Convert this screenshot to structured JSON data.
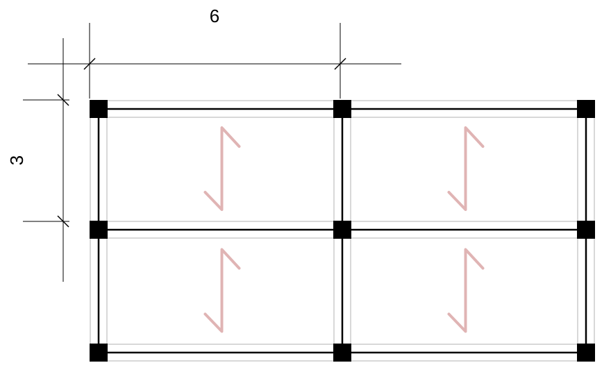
{
  "dimensions": {
    "horizontal": {
      "label": "6"
    },
    "vertical": {
      "label": "3"
    }
  },
  "colors": {
    "structure": "#000000",
    "beam_edge": "#cccccc",
    "span_symbol": "#e0b4b4"
  },
  "grid": {
    "columns": 3,
    "rows": 3,
    "panels_per_row": 2,
    "panel_rows": 2
  },
  "slab_panels": [
    {
      "row": 1,
      "col": 1,
      "symbol": "one-way-span-icon"
    },
    {
      "row": 1,
      "col": 2,
      "symbol": "one-way-span-icon"
    },
    {
      "row": 2,
      "col": 1,
      "symbol": "one-way-span-icon"
    },
    {
      "row": 2,
      "col": 2,
      "symbol": "one-way-span-icon"
    }
  ]
}
